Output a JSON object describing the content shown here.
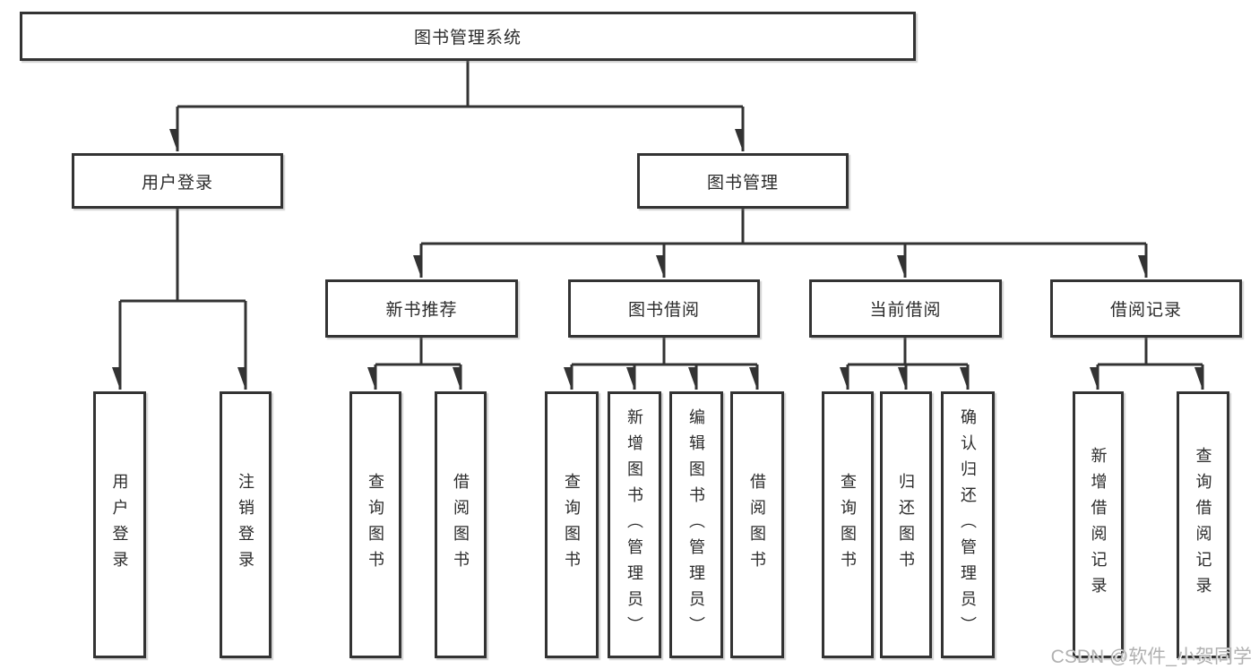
{
  "root": {
    "label": "图书管理系统"
  },
  "level2": [
    {
      "label": "用户登录"
    },
    {
      "label": "图书管理"
    }
  ],
  "level3": [
    {
      "label": "新书推荐"
    },
    {
      "label": "图书借阅"
    },
    {
      "label": "当前借阅"
    },
    {
      "label": "借阅记录"
    }
  ],
  "leaves": {
    "login": [
      {
        "label": "用户登录"
      },
      {
        "label": "注销登录"
      }
    ],
    "recommend": [
      {
        "label": "查询图书"
      },
      {
        "label": "借阅图书"
      }
    ],
    "borrow": [
      {
        "label": "查询图书"
      },
      {
        "label": "新增图书（管理员）"
      },
      {
        "label": "编辑图书（管理员）"
      },
      {
        "label": "借阅图书"
      }
    ],
    "current": [
      {
        "label": "查询图书"
      },
      {
        "label": "归还图书"
      },
      {
        "label": "确认归还（管理员）"
      }
    ],
    "records": [
      {
        "label": "新增借阅记录"
      },
      {
        "label": "查询借阅记录"
      }
    ]
  },
  "watermark": {
    "text": "CSDN @软件_小贺同学",
    "color": "#b1b1b1"
  },
  "colors": {
    "line": "#333333",
    "node_border": "#333333",
    "node_background": "#ffffff",
    "text": "#2b2b2b",
    "page_background": "#ffffff"
  }
}
